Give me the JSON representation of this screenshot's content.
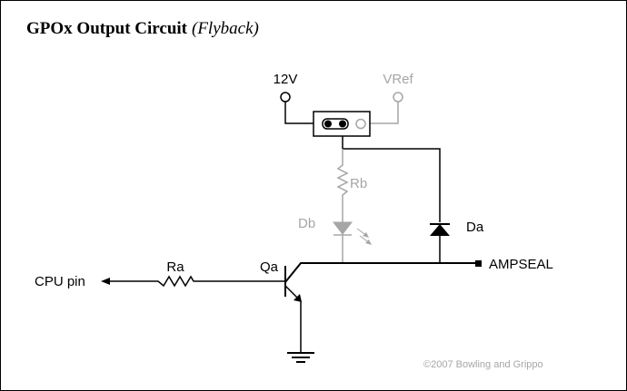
{
  "title": {
    "main": "GPOx Output Circuit",
    "sub": "(Flyback)"
  },
  "labels": {
    "v12": "12V",
    "vref": "VRef",
    "rb": "Rb",
    "db": "Db",
    "da": "Da",
    "ampseal": "AMPSEAL",
    "cpu_pin": "CPU pin",
    "ra": "Ra",
    "qa": "Qa",
    "copyright": "©2007 Bowling and Grippo"
  },
  "colors": {
    "line": "#000000",
    "inactive": "#a6a6a6",
    "background": "#ffffff"
  }
}
